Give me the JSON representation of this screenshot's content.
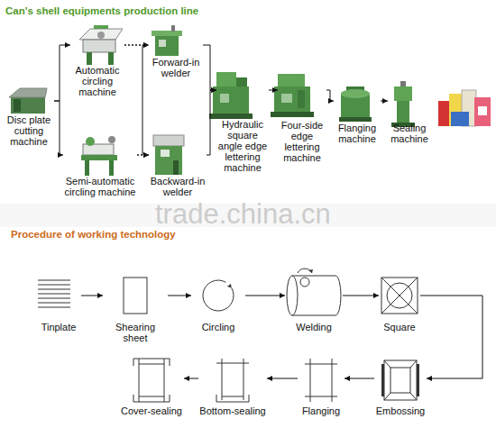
{
  "diagram": {
    "title": "Can's shell equipments production line",
    "nodes": [
      {
        "text": [
          "Disc plate cutting machine"
        ]
      },
      {
        "text": [
          "Automatic circling machine"
        ]
      },
      {
        "text": [
          "Semi-automatic circling machine"
        ]
      },
      {
        "text": [
          "Forward-in welder"
        ]
      },
      {
        "text": [
          "Backward-in welder"
        ]
      },
      {
        "text": [
          "Hydraulic square angle edge lettering machine"
        ]
      },
      {
        "text": [
          "Four-side edge lettering machine"
        ]
      },
      {
        "text": [
          "Flanging machine"
        ]
      },
      {
        "text": [
          "Sealing machine"
        ]
      },
      {
        "text": [
          "Tinplate"
        ]
      },
      {
        "text": [
          "Shearing sheet"
        ]
      },
      {
        "text": [
          "Circling"
        ]
      },
      {
        "text": [
          "Welding"
        ]
      },
      {
        "text": [
          "Square"
        ]
      },
      {
        "text": [
          "Embossing"
        ]
      },
      {
        "text": [
          "Flanging"
        ]
      },
      {
        "text": [
          "Bottom-sealing"
        ]
      },
      {
        "text": [
          "Cover-sealing"
        ]
      }
    ],
    "edges": [
      {
        "from": 0,
        "to": 1,
        "arrow": "to"
      },
      {
        "from": 0,
        "to": 2,
        "arrow": "to"
      },
      {
        "from": 1,
        "to": 3,
        "arrow": "to"
      },
      {
        "from": 1,
        "to": 4,
        "arrow": "to"
      },
      {
        "from": 2,
        "to": 3,
        "arrow": "to"
      },
      {
        "from": 2,
        "to": 4,
        "arrow": "to"
      },
      {
        "from": 3,
        "to": 5,
        "arrow": "to"
      },
      {
        "from": 4,
        "to": 5,
        "arrow": "to"
      },
      {
        "from": 5,
        "to": 6,
        "arrow": "to"
      },
      {
        "from": 6,
        "to": 7,
        "arrow": "to"
      },
      {
        "from": 7,
        "to": 8,
        "arrow": "to"
      },
      {
        "from": 9,
        "to": 10,
        "arrow": "to"
      },
      {
        "from": 10,
        "to": 11,
        "arrow": "to"
      },
      {
        "from": 11,
        "to": 12,
        "arrow": "to"
      },
      {
        "from": 12,
        "to": 13,
        "arrow": "to"
      },
      {
        "from": 13,
        "to": 14,
        "arrow": "to"
      },
      {
        "from": 14,
        "to": 15,
        "arrow": "to"
      },
      {
        "from": 15,
        "to": 16,
        "arrow": "to"
      },
      {
        "from": 16,
        "to": 17,
        "arrow": "to"
      }
    ],
    "labels": [
      "trade.china.cn",
      "Procedure of working technology"
    ]
  }
}
